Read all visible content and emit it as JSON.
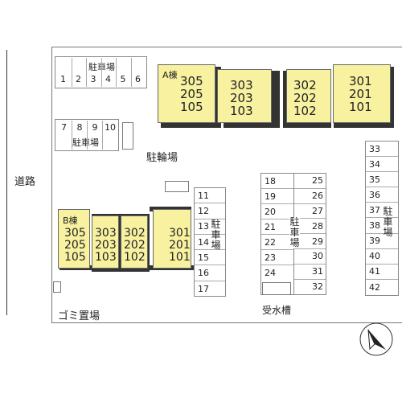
{
  "road_label": "道路",
  "parking_top": {
    "label": "駐車場",
    "spaces": [
      "1",
      "2",
      "3",
      "4",
      "5",
      "6"
    ]
  },
  "parking_mid": {
    "label": "駐車場",
    "spaces": [
      "7",
      "8",
      "9",
      "10"
    ]
  },
  "bicycle_parking_label": "駐輪場",
  "garbage_label": "ゴミ置場",
  "water_tank_label": "受水槽",
  "building_a": {
    "label": "A棟",
    "blocks": [
      [
        "305",
        "205",
        "105"
      ],
      [
        "303",
        "203",
        "103"
      ],
      [
        "302",
        "202",
        "102"
      ],
      [
        "301",
        "201",
        "101"
      ]
    ]
  },
  "building_b": {
    "label": "B棟",
    "blocks": [
      [
        "305",
        "205",
        "105"
      ],
      [
        "303",
        "203",
        "103"
      ],
      [
        "302",
        "202",
        "102"
      ],
      [
        "301",
        "201",
        "101"
      ]
    ]
  },
  "parking_col1": {
    "label": "駐車場",
    "spaces": [
      "11",
      "12",
      "13",
      "14",
      "15",
      "16",
      "17"
    ]
  },
  "parking_col2": {
    "label": "駐車場",
    "left": [
      "18",
      "19",
      "20",
      "21",
      "22",
      "23",
      "24"
    ],
    "right": [
      "25",
      "26",
      "27",
      "28",
      "29",
      "30",
      "31",
      "32"
    ]
  },
  "parking_col3": {
    "label": "駐車場",
    "spaces": [
      "33",
      "34",
      "35",
      "36",
      "37",
      "38",
      "39",
      "40",
      "41",
      "42"
    ]
  },
  "compass": {
    "icon": "north-arrow-icon"
  },
  "colors": {
    "building": "#f7f1a0",
    "lines": "#888888",
    "shadow": "#333333"
  }
}
